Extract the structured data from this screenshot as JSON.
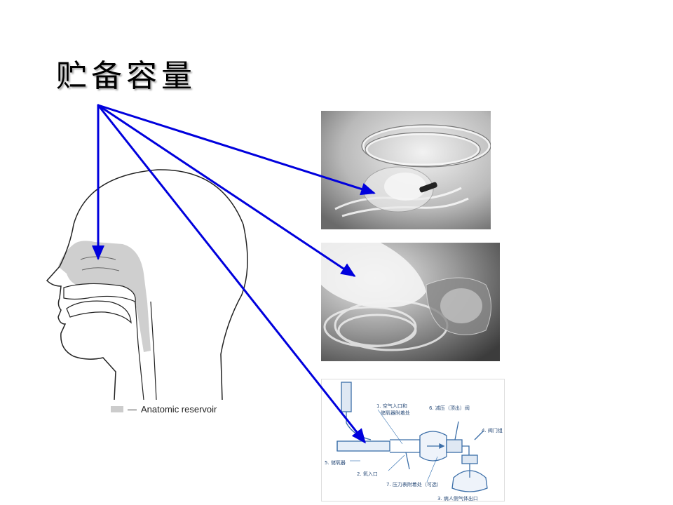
{
  "slide": {
    "title": "贮备容量"
  },
  "anatomy": {
    "legend_marker": "—",
    "legend_label": "Anatomic reservoir"
  },
  "bvm_diagram": {
    "labels": {
      "l1": "1. 空气入口和",
      "l1b": "储氧器附着处",
      "l2": "2. 氧入口",
      "l3": "3. 病人侧气体出口",
      "l4": "4. 阀门组",
      "l5": "5. 储氧器",
      "l6": "6. 减压（顶出）阀",
      "l7": "7. 压力表附着处（可选）"
    }
  },
  "colors": {
    "arrow": "#0000dd",
    "reservoir_fill": "#d0d0d0",
    "diagram_line": "#2b6cb0"
  }
}
